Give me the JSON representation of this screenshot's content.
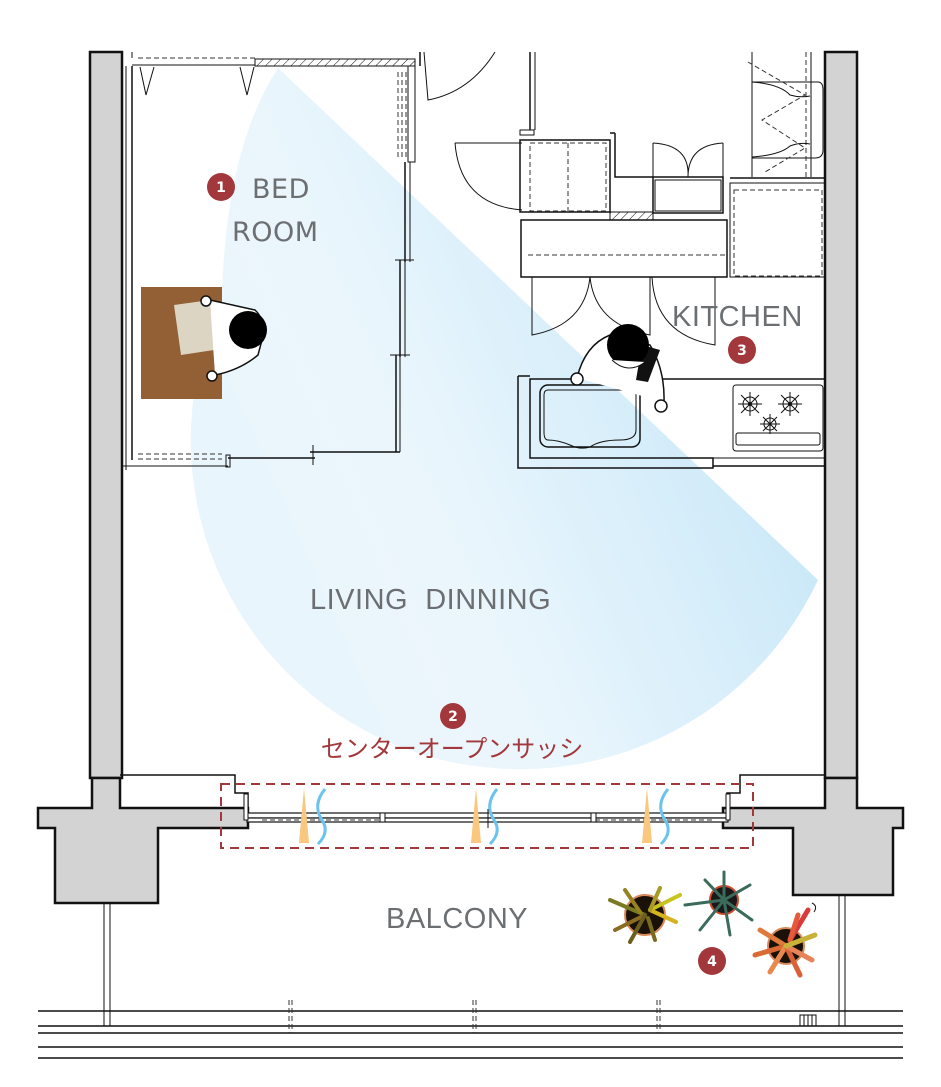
{
  "floorplan": {
    "rooms": [
      {
        "id": "bedroom",
        "label_lines": [
          "BED",
          "ROOM"
        ],
        "badge": "1"
      },
      {
        "id": "kitchen",
        "label_lines": [
          "KITCHEN"
        ],
        "badge": "3"
      },
      {
        "id": "living",
        "label_lines": [
          "LIVING  DINNING"
        ],
        "badge": ""
      },
      {
        "id": "balcony",
        "label_lines": [
          "BALCONY"
        ],
        "badge": "4"
      }
    ],
    "sash": {
      "badge": "2",
      "label": "センターオープンサッシ"
    },
    "colors": {
      "badge": "#a2383b",
      "label_text": "#6c6f72",
      "wall_fill": "#d3d3d3",
      "view_fan": "#bfe3f6",
      "desk": "#935f34",
      "paper": "#dcd5c3",
      "airflow_warm": "#f9c77e",
      "airflow_cool": "#6cc4ee",
      "sash_highlight": "#a2383b"
    }
  }
}
